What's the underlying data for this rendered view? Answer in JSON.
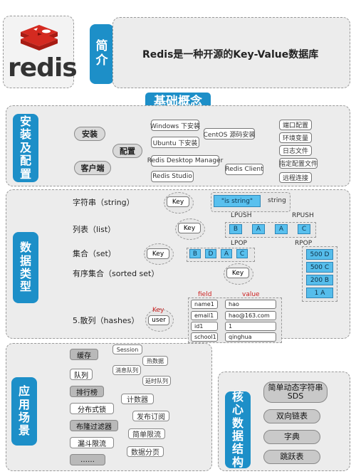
{
  "logo": {
    "text": "redis"
  },
  "intro": {
    "label": "简介",
    "text": "Redis是一种开源的Key-Value数据库"
  },
  "concepts_title": "基础概念",
  "install": {
    "label": "安装及配置",
    "install_node": "安装",
    "config_node": "配置",
    "client_node": "客户端",
    "windows": "Windows 下安装",
    "ubuntu": "Ubuntu 下安装",
    "centos": "CentOS 源码安装",
    "rdm": "Redis Desktop Manager",
    "studio": "Redis Studio",
    "redis_client": "Redis Client",
    "config_items": [
      "端口配置",
      "环境变量",
      "日志文件",
      "指定配置文件",
      "远程连接"
    ]
  },
  "types": {
    "label": "数据类型",
    "string_label": "字符串（string）",
    "list_label": "列表（list）",
    "set_label": "集合（set）",
    "zset_label": "有序集合（sorted set）",
    "hash_label": "5.散列（hashes）",
    "key": "Key",
    "string_value": "\"is string\"",
    "string_type": "string",
    "lpush": "LPUSH",
    "rpush": "RPUSH",
    "lpop": "LPOP",
    "rpop": "RPOP",
    "list_cells": [
      "B",
      "A",
      "A",
      "C"
    ],
    "set_cells": [
      "B",
      "D",
      "A",
      "C"
    ],
    "zset_items": [
      "500 D",
      "500 C",
      "200 B",
      "1 A"
    ],
    "hash_key_label": "Key",
    "hash_user": "user",
    "field_label": "field",
    "value_label": "value",
    "hash_fields": [
      "name1",
      "email1",
      "id1",
      "school1"
    ],
    "hash_values": [
      "hao",
      "hao@163.com",
      "1",
      "qinghua"
    ]
  },
  "scenes": {
    "label": "应用场景",
    "items": [
      "缓存",
      "队列",
      "排行榜",
      "分布式锁",
      "布隆过滤器",
      "漏斗限流",
      "……"
    ],
    "session": "Session",
    "hot_data": "热数据",
    "msg_queue": "消息队列",
    "delay_queue": "延时队列",
    "counter": "计数器",
    "pubsub": "发布订阅",
    "rate_limit": "简单限流",
    "paging": "数据分页"
  },
  "core": {
    "label": "核心数据结构",
    "items": [
      "简单动态字符串SDS",
      "双向链表",
      "字典",
      "跳跃表"
    ]
  },
  "colors": {
    "accent": "#1d8fc8",
    "cell": "#59c0ee",
    "logo_red": "#d42a20",
    "panel": "#ececec"
  }
}
